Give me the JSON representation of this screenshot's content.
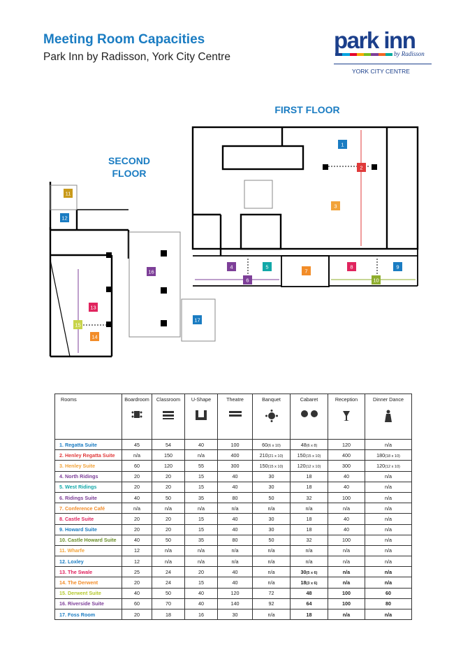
{
  "header": {
    "title": "Meeting Room Capacities",
    "subtitle": "Park Inn by Radisson, York City Centre"
  },
  "logo": {
    "wordmark": "park inn",
    "by": "by Radisson",
    "city": "YORK CITY CENTRE",
    "stripe_colors": [
      "#1b3f8b",
      "#00a3e0",
      "#e4002b",
      "#f7a800",
      "#78be20",
      "#7d3f98",
      "#f26522",
      "#00a99d"
    ]
  },
  "floorplan": {
    "first_floor_label": "FIRST FLOOR",
    "second_floor_label_1": "SECOND",
    "second_floor_label_2": "FLOOR",
    "markers": [
      {
        "n": "1",
        "color": "#1a7cc2"
      },
      {
        "n": "2",
        "color": "#e03a3a"
      },
      {
        "n": "3",
        "color": "#f2a33a"
      },
      {
        "n": "4",
        "color": "#7d3f98"
      },
      {
        "n": "5",
        "color": "#12a8a8"
      },
      {
        "n": "6",
        "color": "#7d3f98"
      },
      {
        "n": "7",
        "color": "#f28c28"
      },
      {
        "n": "8",
        "color": "#e0245e"
      },
      {
        "n": "9",
        "color": "#1a7cc2"
      },
      {
        "n": "10",
        "color": "#8fae2e"
      },
      {
        "n": "11",
        "color": "#c99a1a"
      },
      {
        "n": "12",
        "color": "#1a7cc2"
      },
      {
        "n": "13",
        "color": "#e0245e"
      },
      {
        "n": "14",
        "color": "#f28c28"
      },
      {
        "n": "15",
        "color": "#c8d44a"
      },
      {
        "n": "16",
        "color": "#7d3f98"
      },
      {
        "n": "17",
        "color": "#1a7cc2"
      }
    ]
  },
  "table": {
    "columns": [
      "Rooms",
      "Boardroom",
      "Classroom",
      "U-Shape",
      "Theatre",
      "Banquet",
      "Cabaret",
      "Reception",
      "Dinner Dance"
    ],
    "rows": [
      {
        "name": "1. Regatta Suite",
        "color": "#1a7cc2",
        "v": [
          "45",
          "54",
          "40",
          "100",
          "60",
          "48",
          "120",
          "n/a"
        ],
        "s": [
          "",
          "",
          "",
          "",
          "(6 x 10)",
          "(6 x 8)",
          "",
          ""
        ]
      },
      {
        "name": "2. Henley Regatta Suite",
        "color": "#e03a3a",
        "v": [
          "n/a",
          "150",
          "n/a",
          "400",
          "210",
          "150",
          "400",
          "180"
        ],
        "s": [
          "",
          "",
          "",
          "",
          "(21 x 10)",
          "(15 x 10)",
          "",
          "(18 x 10)"
        ]
      },
      {
        "name": "3. Henley Suite",
        "color": "#f2a33a",
        "v": [
          "60",
          "120",
          "55",
          "300",
          "150",
          "120",
          "300",
          "120"
        ],
        "s": [
          "",
          "",
          "",
          "",
          "(15 x 10)",
          "(12 x 10)",
          "",
          "(12 x 10)"
        ]
      },
      {
        "name": "4. North Ridings",
        "color": "#7d3f98",
        "v": [
          "20",
          "20",
          "15",
          "40",
          "30",
          "18",
          "40",
          "n/a"
        ],
        "s": [
          "",
          "",
          "",
          "",
          "",
          "",
          "",
          ""
        ]
      },
      {
        "name": "5. West Ridings",
        "color": "#12a8a8",
        "v": [
          "20",
          "20",
          "15",
          "40",
          "30",
          "18",
          "40",
          "n/a"
        ],
        "s": [
          "",
          "",
          "",
          "",
          "",
          "",
          "",
          ""
        ]
      },
      {
        "name": "6. Ridings Suite",
        "color": "#7d3f98",
        "v": [
          "40",
          "50",
          "35",
          "80",
          "50",
          "32",
          "100",
          "n/a"
        ],
        "s": [
          "",
          "",
          "",
          "",
          "",
          "",
          "",
          ""
        ]
      },
      {
        "name": "7. Conference Café",
        "color": "#f28c28",
        "v": [
          "n/a",
          "n/a",
          "n/a",
          "n/a",
          "n/a",
          "n/a",
          "n/a",
          "n/a"
        ],
        "s": [
          "",
          "",
          "",
          "",
          "",
          "",
          "",
          ""
        ]
      },
      {
        "name": "8. Castle Suite",
        "color": "#e0245e",
        "v": [
          "20",
          "20",
          "15",
          "40",
          "30",
          "18",
          "40",
          "n/a"
        ],
        "s": [
          "",
          "",
          "",
          "",
          "",
          "",
          "",
          ""
        ]
      },
      {
        "name": "9. Howard Suite",
        "color": "#1a7cc2",
        "v": [
          "20",
          "20",
          "15",
          "40",
          "30",
          "18",
          "40",
          "n/a"
        ],
        "s": [
          "",
          "",
          "",
          "",
          "",
          "",
          "",
          ""
        ]
      },
      {
        "name": "10. Castle Howard Suite",
        "color": "#6a8f2a",
        "v": [
          "40",
          "50",
          "35",
          "80",
          "50",
          "32",
          "100",
          "n/a"
        ],
        "s": [
          "",
          "",
          "",
          "",
          "",
          "",
          "",
          ""
        ]
      },
      {
        "name": "11. Wharfe",
        "color": "#f2a33a",
        "v": [
          "12",
          "n/a",
          "n/a",
          "n/a",
          "n/a",
          "n/a",
          "n/a",
          "n/a"
        ],
        "s": [
          "",
          "",
          "",
          "",
          "",
          "",
          "",
          ""
        ]
      },
      {
        "name": "12. Loxley",
        "color": "#1a7cc2",
        "v": [
          "12",
          "n/a",
          "n/a",
          "n/a",
          "n/a",
          "n/a",
          "n/a",
          "n/a"
        ],
        "s": [
          "",
          "",
          "",
          "",
          "",
          "",
          "",
          ""
        ]
      },
      {
        "name": "13. The Swale",
        "color": "#e0245e",
        "v": [
          "25",
          "24",
          "20",
          "40",
          "n/a",
          "30",
          "n/a",
          "n/a"
        ],
        "s": [
          "",
          "",
          "",
          "",
          "",
          "(5 x 6)",
          "",
          ""
        ]
      },
      {
        "name": "14. The Derwent",
        "color": "#f28c28",
        "v": [
          "20",
          "24",
          "15",
          "40",
          "n/a",
          "18",
          "n/a",
          "n/a"
        ],
        "s": [
          "",
          "",
          "",
          "",
          "",
          "(3 x 6)",
          "",
          ""
        ]
      },
      {
        "name": "15. Derwent Suite",
        "color": "#b5c92e",
        "v": [
          "40",
          "50",
          "40",
          "120",
          "72",
          "48",
          "100",
          "60"
        ],
        "s": [
          "",
          "",
          "",
          "",
          "",
          "",
          "",
          ""
        ]
      },
      {
        "name": "16. Riverside Suite",
        "color": "#7d3f98",
        "v": [
          "60",
          "70",
          "40",
          "140",
          "92",
          "64",
          "100",
          "80"
        ],
        "s": [
          "",
          "",
          "",
          "",
          "",
          "",
          "",
          ""
        ]
      },
      {
        "name": "17. Foss Room",
        "color": "#1a7cc2",
        "v": [
          "20",
          "18",
          "16",
          "30",
          "n/a",
          "18",
          "n/a",
          "n/a"
        ],
        "s": [
          "",
          "",
          "",
          "",
          "",
          "",
          "",
          ""
        ]
      }
    ]
  }
}
